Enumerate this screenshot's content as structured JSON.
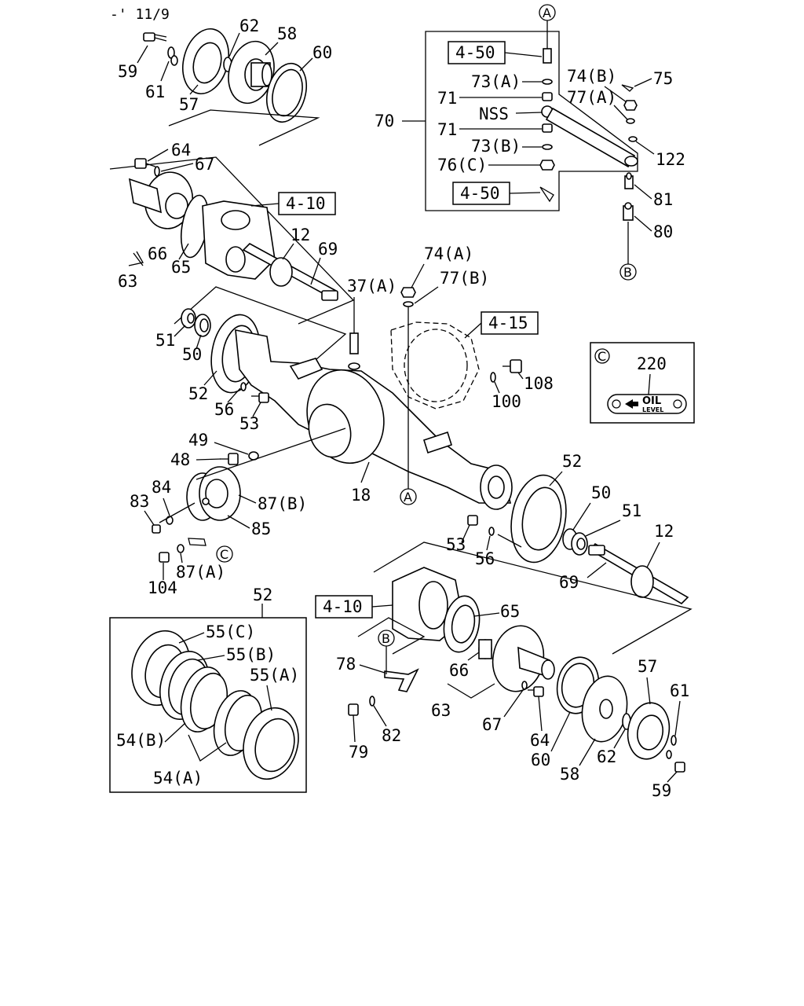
{
  "header": {
    "code": "-' 11/9"
  },
  "refs": {
    "r1": "4-50",
    "r2": "4-50",
    "r3": "4-10",
    "r4": "4-15",
    "r5": "4-10"
  },
  "circles": {
    "a_top": "A",
    "a_mid": "A",
    "b_right": "B",
    "b_low": "B",
    "c_mid": "C",
    "c_box": "C"
  },
  "oil_box": {
    "number": "220",
    "oil": "OIL",
    "level": "LEVEL"
  },
  "labels": {
    "l59a": "59",
    "l61a": "61",
    "l57a": "57",
    "l62a": "62",
    "l58a": "58",
    "l60a": "60",
    "l64a": "64",
    "l67a": "67",
    "l63a": "63",
    "l66a": "66",
    "l65a": "65",
    "l12a": "12",
    "l69a": "69",
    "l70": "70",
    "l73a": "73(A)",
    "l71a": "71",
    "lnss": "NSS",
    "l71b": "71",
    "l73b": "73(B)",
    "l76c": "76(C)",
    "l74b": "74(B)",
    "l75": "75",
    "l77a": "77(A)",
    "l122": "122",
    "l81": "81",
    "l80": "80",
    "l74a": "74(A)",
    "l37a": "37(A)",
    "l77b": "77(B)",
    "l51a": "51",
    "l50a": "50",
    "l52a": "52",
    "l56a": "56",
    "l53a": "53",
    "l108": "108",
    "l100": "100",
    "l49": "49",
    "l48": "48",
    "l83": "83",
    "l84": "84",
    "l87b": "87(B)",
    "l85": "85",
    "l87a": "87(A)",
    "l104": "104",
    "l18": "18",
    "l52b": "52",
    "l50b": "50",
    "l51b": "51",
    "l12b": "12",
    "l53b": "53",
    "l56b": "56",
    "l69b": "69",
    "l65b": "65",
    "l78": "78",
    "l66b": "66",
    "l63b": "63",
    "l67b": "67",
    "l64b": "64",
    "l60b": "60",
    "l57b": "57",
    "l61b": "61",
    "l62b": "62",
    "l58b": "58",
    "l59b": "59",
    "l79": "79",
    "l82": "82",
    "l52c": "52",
    "l55c": "55(C)",
    "l55b": "55(B)",
    "l55a": "55(A)",
    "l54b": "54(B)",
    "l54a": "54(A)"
  }
}
